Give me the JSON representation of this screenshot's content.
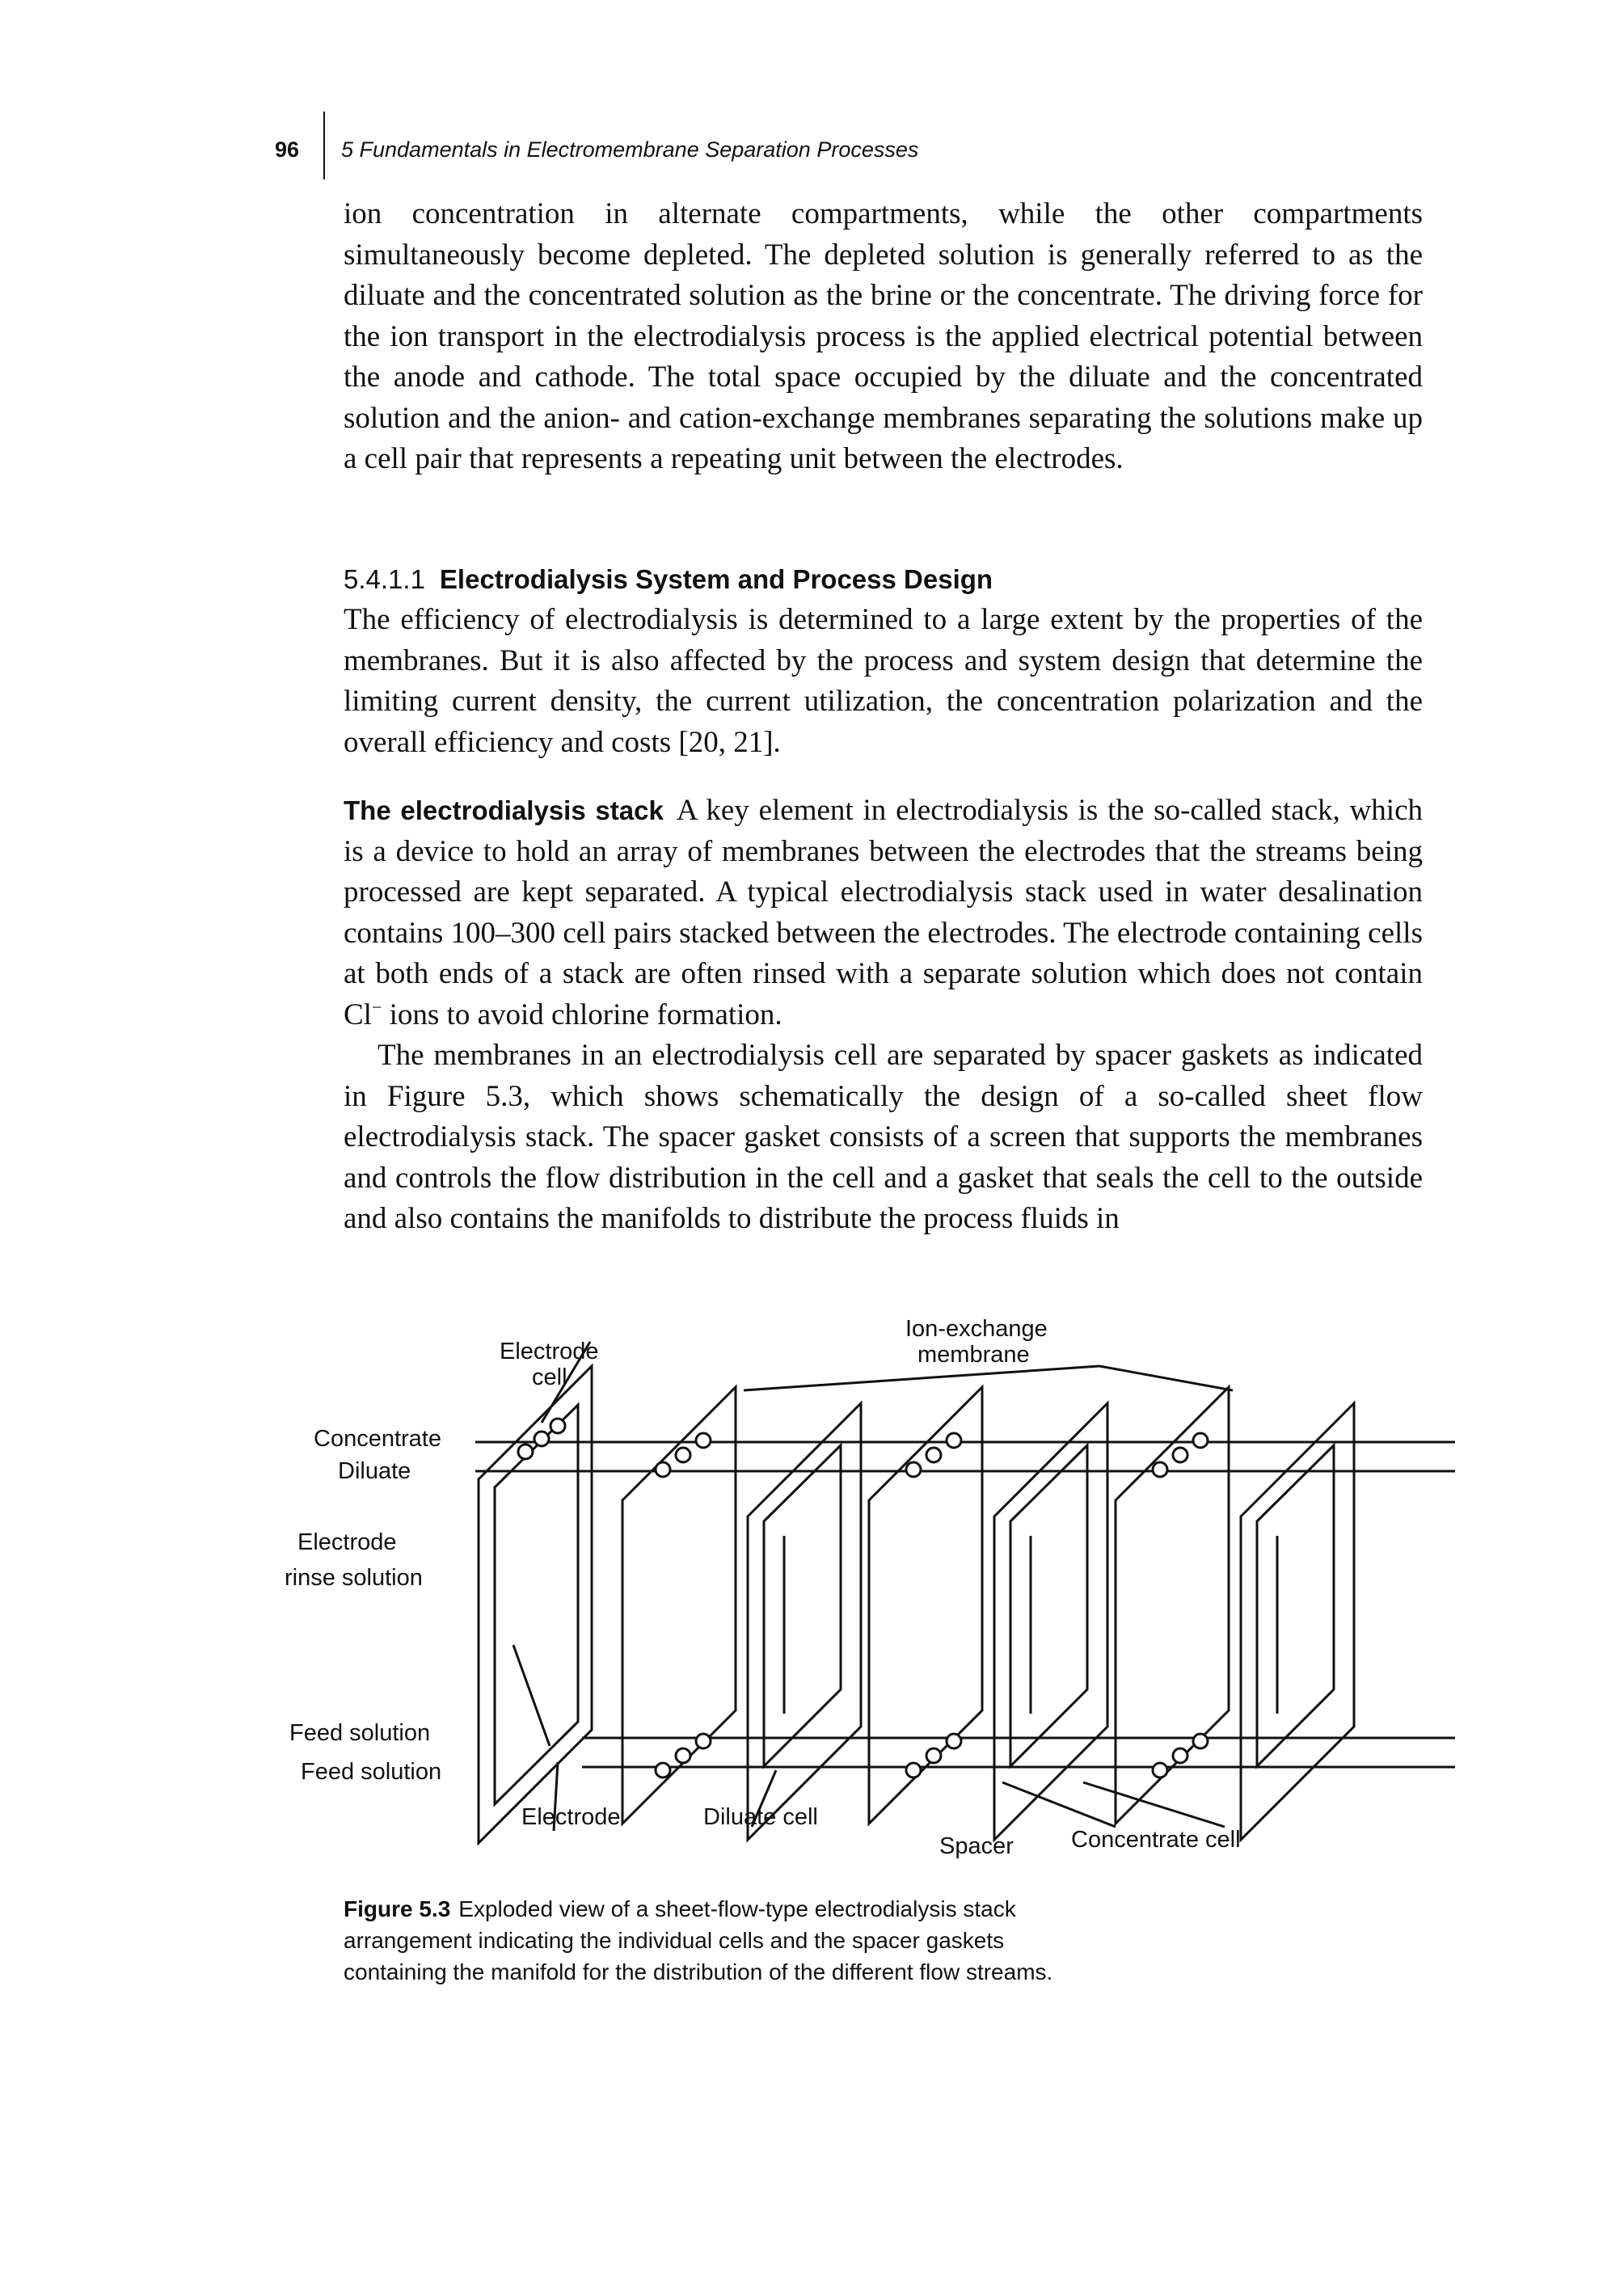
{
  "header": {
    "page_number": "96",
    "running_head": "5 Fundamentals in Electromembrane Separation Processes"
  },
  "paragraph_1": "ion concentration in alternate compartments, while the other compartments simultaneously become depleted. The depleted solution is generally referred to as the diluate and the concentrated solution as the brine or the concentrate. The driving force for the ion transport in the electrodialysis process is the applied electrical potential between the anode and cathode. The total space occupied by the diluate and the concentrated solution and the anion- and cation-exchange membranes separating the solutions make up a cell pair that represents a repeating unit between the electrodes.",
  "section": {
    "number": "5.4.1.1",
    "title": "Electrodialysis System and Process Design"
  },
  "paragraph_2": "The efficiency of electrodialysis is determined to a large extent by the properties of the membranes. But it is also affected by the process and system design that determine the limiting current density, the current utilization, the concentration polarization and the overall efficiency and costs [20, 21].",
  "paragraph_3": {
    "runin_heading": "The electrodialysis stack",
    "text_before_sup": "A key element in electrodialysis is the so-called stack, which is a device to hold an array of membranes between the electrodes that the streams being processed are kept separated. A typical electrodialysis stack used in water desalination contains 100–300 cell pairs stacked between the electrodes. The electrode containing cells at both ends of a stack are often rinsed with a separate solution which does not contain Cl",
    "superscript": "−",
    "text_after_sup": " ions to avoid chlorine formation."
  },
  "paragraph_4": "The membranes in an electrodialysis cell are separated by spacer gaskets as indicated in Figure 5.3, which shows schematically the design of a so-called sheet flow electrodialysis stack. The spacer gasket consists of a screen that supports the membranes and controls the flow distribution in the cell and a gasket that seals the cell to the outside and also contains the manifolds to distribute the process fluids in",
  "figure": {
    "labels": {
      "ion_exchange_membrane_1": "Ion-exchange",
      "ion_exchange_membrane_2": "membrane",
      "electrode_cell_1": "Electrode",
      "electrode_cell_2": "cell",
      "concentrate": "Concentrate",
      "diluate": "Diluate",
      "electrode_rinse_1": "Electrode",
      "electrode_rinse_2": "rinse solution",
      "feed_solution_1": "Feed solution",
      "feed_solution_2": "Feed solution",
      "electrode": "Electrode",
      "diluate_cell": "Diluate cell",
      "spacer": "Spacer",
      "concentrate_cell": "Concentrate cell"
    },
    "caption_label": "Figure 5.3",
    "caption_text": "Exploded view of a sheet-flow-type electrodialysis stack arrangement indicating the individual cells and the spacer gaskets containing the manifold for the distribution of the different flow streams."
  }
}
